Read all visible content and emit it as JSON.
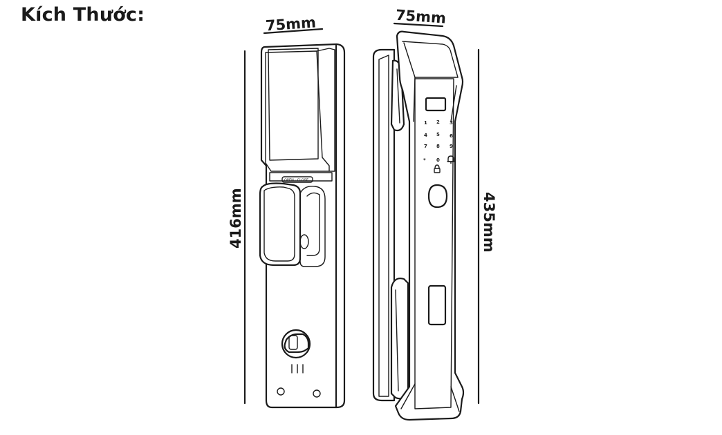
{
  "heading": "Kích Thước:",
  "dimensions": {
    "back_width": "75mm",
    "front_width": "75mm",
    "back_height": "416mm",
    "front_height": "435mm"
  },
  "back_view": {
    "knob_label": "OPEN · CLOSE"
  },
  "keypad": {
    "rows": [
      [
        "1",
        "2",
        "3"
      ],
      [
        "4",
        "5",
        "6"
      ],
      [
        "7",
        "8",
        "9"
      ],
      [
        "*",
        "0",
        ""
      ]
    ]
  }
}
